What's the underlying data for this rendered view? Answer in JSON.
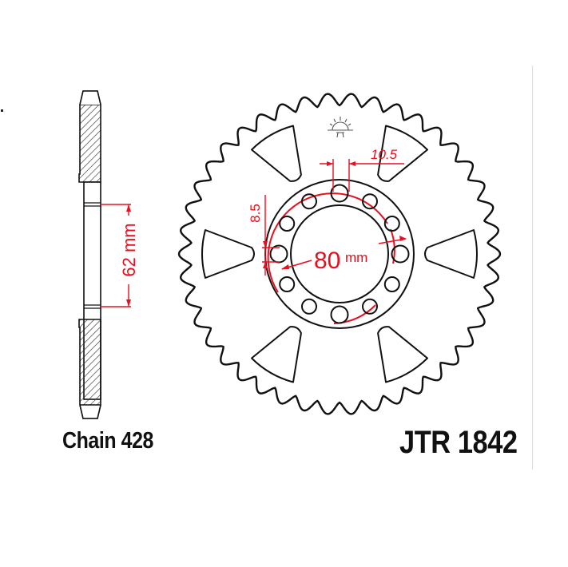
{
  "diagram": {
    "title": "Rear sprocket technical drawing",
    "part_number": "JTR 1842",
    "chain_label": "Chain 428",
    "colors": {
      "outline": "#111111",
      "dimension": "#e8101f",
      "hatch": "#333333",
      "background": "#ffffff"
    },
    "dimensions": {
      "hub_bore": {
        "value": "62",
        "unit": "mm",
        "text": "62 mm"
      },
      "pitch_circle": {
        "value": "80",
        "unit": "mm",
        "text": "80 mm"
      },
      "bolt_hole_diameter": {
        "value": "8.5",
        "text": "8.5"
      },
      "bolt_hole_spacing": {
        "value": "10.5",
        "text": "10.5"
      }
    },
    "sprocket": {
      "tooth_count_estimate": 42,
      "bolt_holes": 12,
      "lightening_cutouts": 6
    },
    "views": {
      "side_view": "Cross-section profile with hatched tooth band",
      "front_view": "Face view of sprocket with bolt pattern"
    },
    "logo": "jt-sun-logo-icon"
  }
}
